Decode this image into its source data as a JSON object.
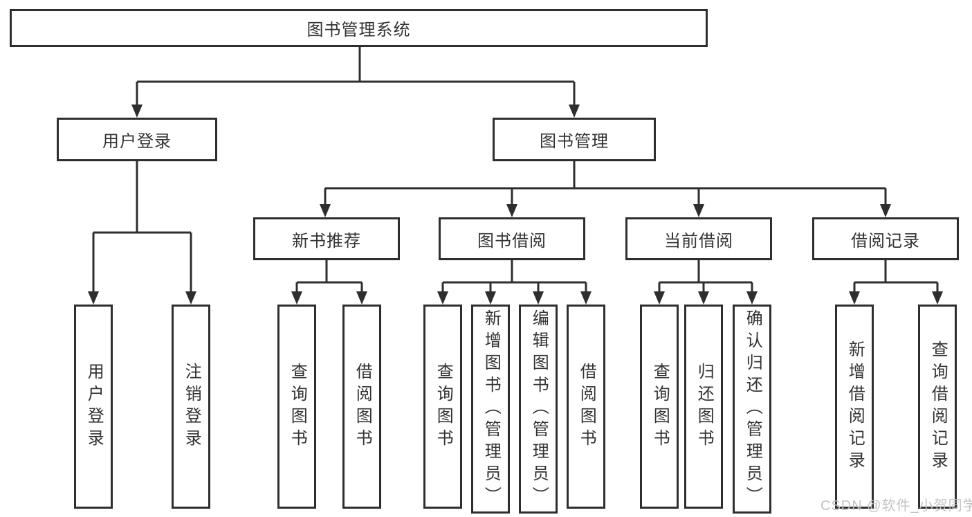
{
  "colors": {
    "line": "#2e2e2e",
    "text": "#333333",
    "watermark": "#c3c3c3",
    "background": "#ffffff"
  },
  "tree": {
    "root": {
      "label": "图书管理系统"
    },
    "user_login": {
      "label": "用户登录",
      "leaves": [
        {
          "label": "用户登录"
        },
        {
          "label": "注销登录"
        }
      ]
    },
    "book_management": {
      "label": "图书管理",
      "children": [
        {
          "label": "新书推荐",
          "leaves": [
            {
              "label": "查询图书"
            },
            {
              "label": "借阅图书"
            }
          ]
        },
        {
          "label": "图书借阅",
          "leaves": [
            {
              "label": "查询图书"
            },
            {
              "label": "新增图书（管理员）"
            },
            {
              "label": "编辑图书（管理员）"
            },
            {
              "label": "借阅图书"
            }
          ]
        },
        {
          "label": "当前借阅",
          "leaves": [
            {
              "label": "查询图书"
            },
            {
              "label": "归还图书"
            },
            {
              "label": "确认归还（管理员）"
            }
          ]
        },
        {
          "label": "借阅记录",
          "leaves": [
            {
              "label": "新增借阅记录"
            },
            {
              "label": "查询借阅记录"
            }
          ]
        }
      ]
    }
  },
  "watermark": {
    "text": "CSDN @软件_小贺同学"
  }
}
